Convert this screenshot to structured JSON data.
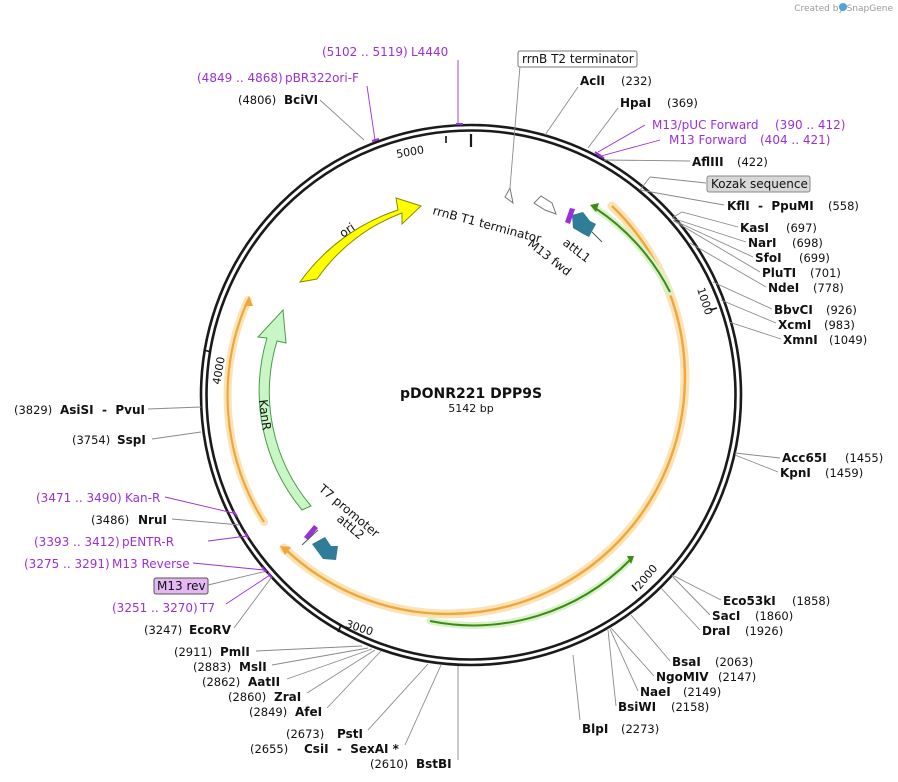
{
  "credit": "Created by SnapGene",
  "plasmid": {
    "name": "pDONR221 DPP9S",
    "length_text": "5142 bp",
    "total_bp": 5142
  },
  "ticks": [
    "1000",
    "2000",
    "3000",
    "4000",
    "5000"
  ],
  "colors": {
    "backbone": "#1a1a1a",
    "orf_orange": "#f0a73a",
    "orf_halo": "#fbe3b6",
    "green_arrow": "#3d8a17",
    "ori": "#ffff00",
    "kanr": "#c8f7c5",
    "att": "#2f7d96",
    "primer": "#9b30d9"
  },
  "features": {
    "ori": "ori",
    "kanr": "KanR",
    "rrnb_t1": "rrnB T1 terminator",
    "rrnb_t2": "rrnB T2 terminator",
    "attL1": "attL1",
    "m13fwd": "M13 fwd",
    "t7prom": "T7 promoter",
    "attL2": "attL2",
    "kozak": "Kozak sequence",
    "m13rev": "M13 rev"
  },
  "sites_right": [
    {
      "name": "AclI",
      "pos": "(232)"
    },
    {
      "name": "HpaI",
      "pos": "(369)"
    },
    {
      "name": "AflIII",
      "pos": "(422)"
    },
    {
      "name": "KflI  -  PpuMI",
      "pos": "(558)"
    },
    {
      "name": "KasI",
      "pos": "(697)"
    },
    {
      "name": "NarI",
      "pos": "(698)"
    },
    {
      "name": "SfoI",
      "pos": "(699)"
    },
    {
      "name": "PluTI",
      "pos": "(701)"
    },
    {
      "name": "NdeI",
      "pos": "(778)"
    },
    {
      "name": "BbvCI",
      "pos": "(926)"
    },
    {
      "name": "XcmI",
      "pos": "(983)"
    },
    {
      "name": "XmnI",
      "pos": "(1049)"
    },
    {
      "name": "Acc65I",
      "pos": "(1455)"
    },
    {
      "name": "KpnI",
      "pos": "(1459)"
    },
    {
      "name": "Eco53kI",
      "pos": "(1858)"
    },
    {
      "name": "SacI",
      "pos": "(1860)"
    },
    {
      "name": "DraI",
      "pos": "(1926)"
    },
    {
      "name": "BsaI",
      "pos": "(2063)"
    },
    {
      "name": "NgoMIV",
      "pos": "(2147)"
    },
    {
      "name": "NaeI",
      "pos": "(2149)"
    },
    {
      "name": "BsiWI",
      "pos": "(2158)"
    },
    {
      "name": "BlpI",
      "pos": "(2273)"
    }
  ],
  "sites_left": [
    {
      "name": "BstBI",
      "pos": "(2610)"
    },
    {
      "name": "CsiI  -  SexAI *",
      "pos": "(2655)"
    },
    {
      "name": "PstI",
      "pos": "(2673)"
    },
    {
      "name": "AfeI",
      "pos": "(2849)"
    },
    {
      "name": "ZraI",
      "pos": "(2860)"
    },
    {
      "name": "AatII",
      "pos": "(2862)"
    },
    {
      "name": "MslI",
      "pos": "(2883)"
    },
    {
      "name": "PmlI",
      "pos": "(2911)"
    },
    {
      "name": "EcoRV",
      "pos": "(3247)"
    },
    {
      "name": "NruI",
      "pos": "(3486)"
    },
    {
      "name": "SspI",
      "pos": "(3754)"
    },
    {
      "name": "AsiSI  -  PvuI",
      "pos": "(3829)"
    },
    {
      "name": "BciVI",
      "pos": "(4806)"
    }
  ],
  "primers": [
    {
      "label": "M13/pUC Forward",
      "range": "(390 .. 412)"
    },
    {
      "label": "M13 Forward",
      "range": "(404 .. 421)"
    },
    {
      "label": "T7",
      "range": "(3251 .. 3270)"
    },
    {
      "label": "M13 Reverse",
      "range": "(3275 .. 3291)"
    },
    {
      "label": "pENTR-R",
      "range": "(3393 .. 3412)"
    },
    {
      "label": "Kan-R",
      "range": "(3471 .. 3490)"
    },
    {
      "label": "pBR322ori-F",
      "range": "(4849 .. 4868)"
    },
    {
      "label": "L4440",
      "range": "(5102 .. 5119)"
    }
  ]
}
